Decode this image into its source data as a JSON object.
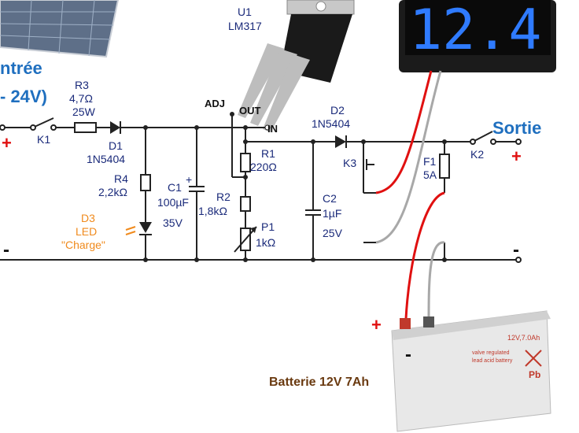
{
  "labels": {
    "entree_title": "ntrée",
    "entree_range": "- 24V)",
    "sortie": "Sortie",
    "plus": "+",
    "minus": "-",
    "u1_ref": "U1",
    "u1_part": "LM317",
    "pin_adj": "ADJ",
    "pin_out": "OUT",
    "pin_in": "IN",
    "r3_ref": "R3",
    "r3_val": "4,7Ω",
    "r3_power": "25W",
    "k1": "K1",
    "d1_ref": "D1",
    "d1_part": "1N5404",
    "r4_ref": "R4",
    "r4_val": "2,2kΩ",
    "d3_ref": "D3",
    "d3_type": "LED",
    "d3_name": "\"Charge\"",
    "c1_ref": "C1",
    "c1_plus": "+",
    "c1_val": "100µF",
    "c1_volt": "35V",
    "r1_ref": "R1",
    "r1_val": "220Ω",
    "r2_ref": "R2",
    "r2_val": "1,8kΩ",
    "p1_ref": "P1",
    "p1_val": "1kΩ",
    "d2_ref": "D2",
    "d2_part": "1N5404",
    "k3": "K3",
    "c2_ref": "C2",
    "c2_val": "1µF",
    "c2_volt": "25V",
    "f1_ref": "F1",
    "f1_val": "5A",
    "k2": "K2",
    "display_value": "12.4",
    "battery_label": "Batterie 12V 7Ah",
    "battery_rating": "12V,7.0Ah",
    "battery_text1": "valve regulated",
    "battery_text2": "lead acid battery",
    "battery_pb": "Pb"
  },
  "colors": {
    "accent_blue": "#1f6fbf",
    "positive_red": "#e01010",
    "led_orange": "#f08a1c",
    "component_label": "#1a2a7a",
    "display_digits": "#2f7bff"
  }
}
